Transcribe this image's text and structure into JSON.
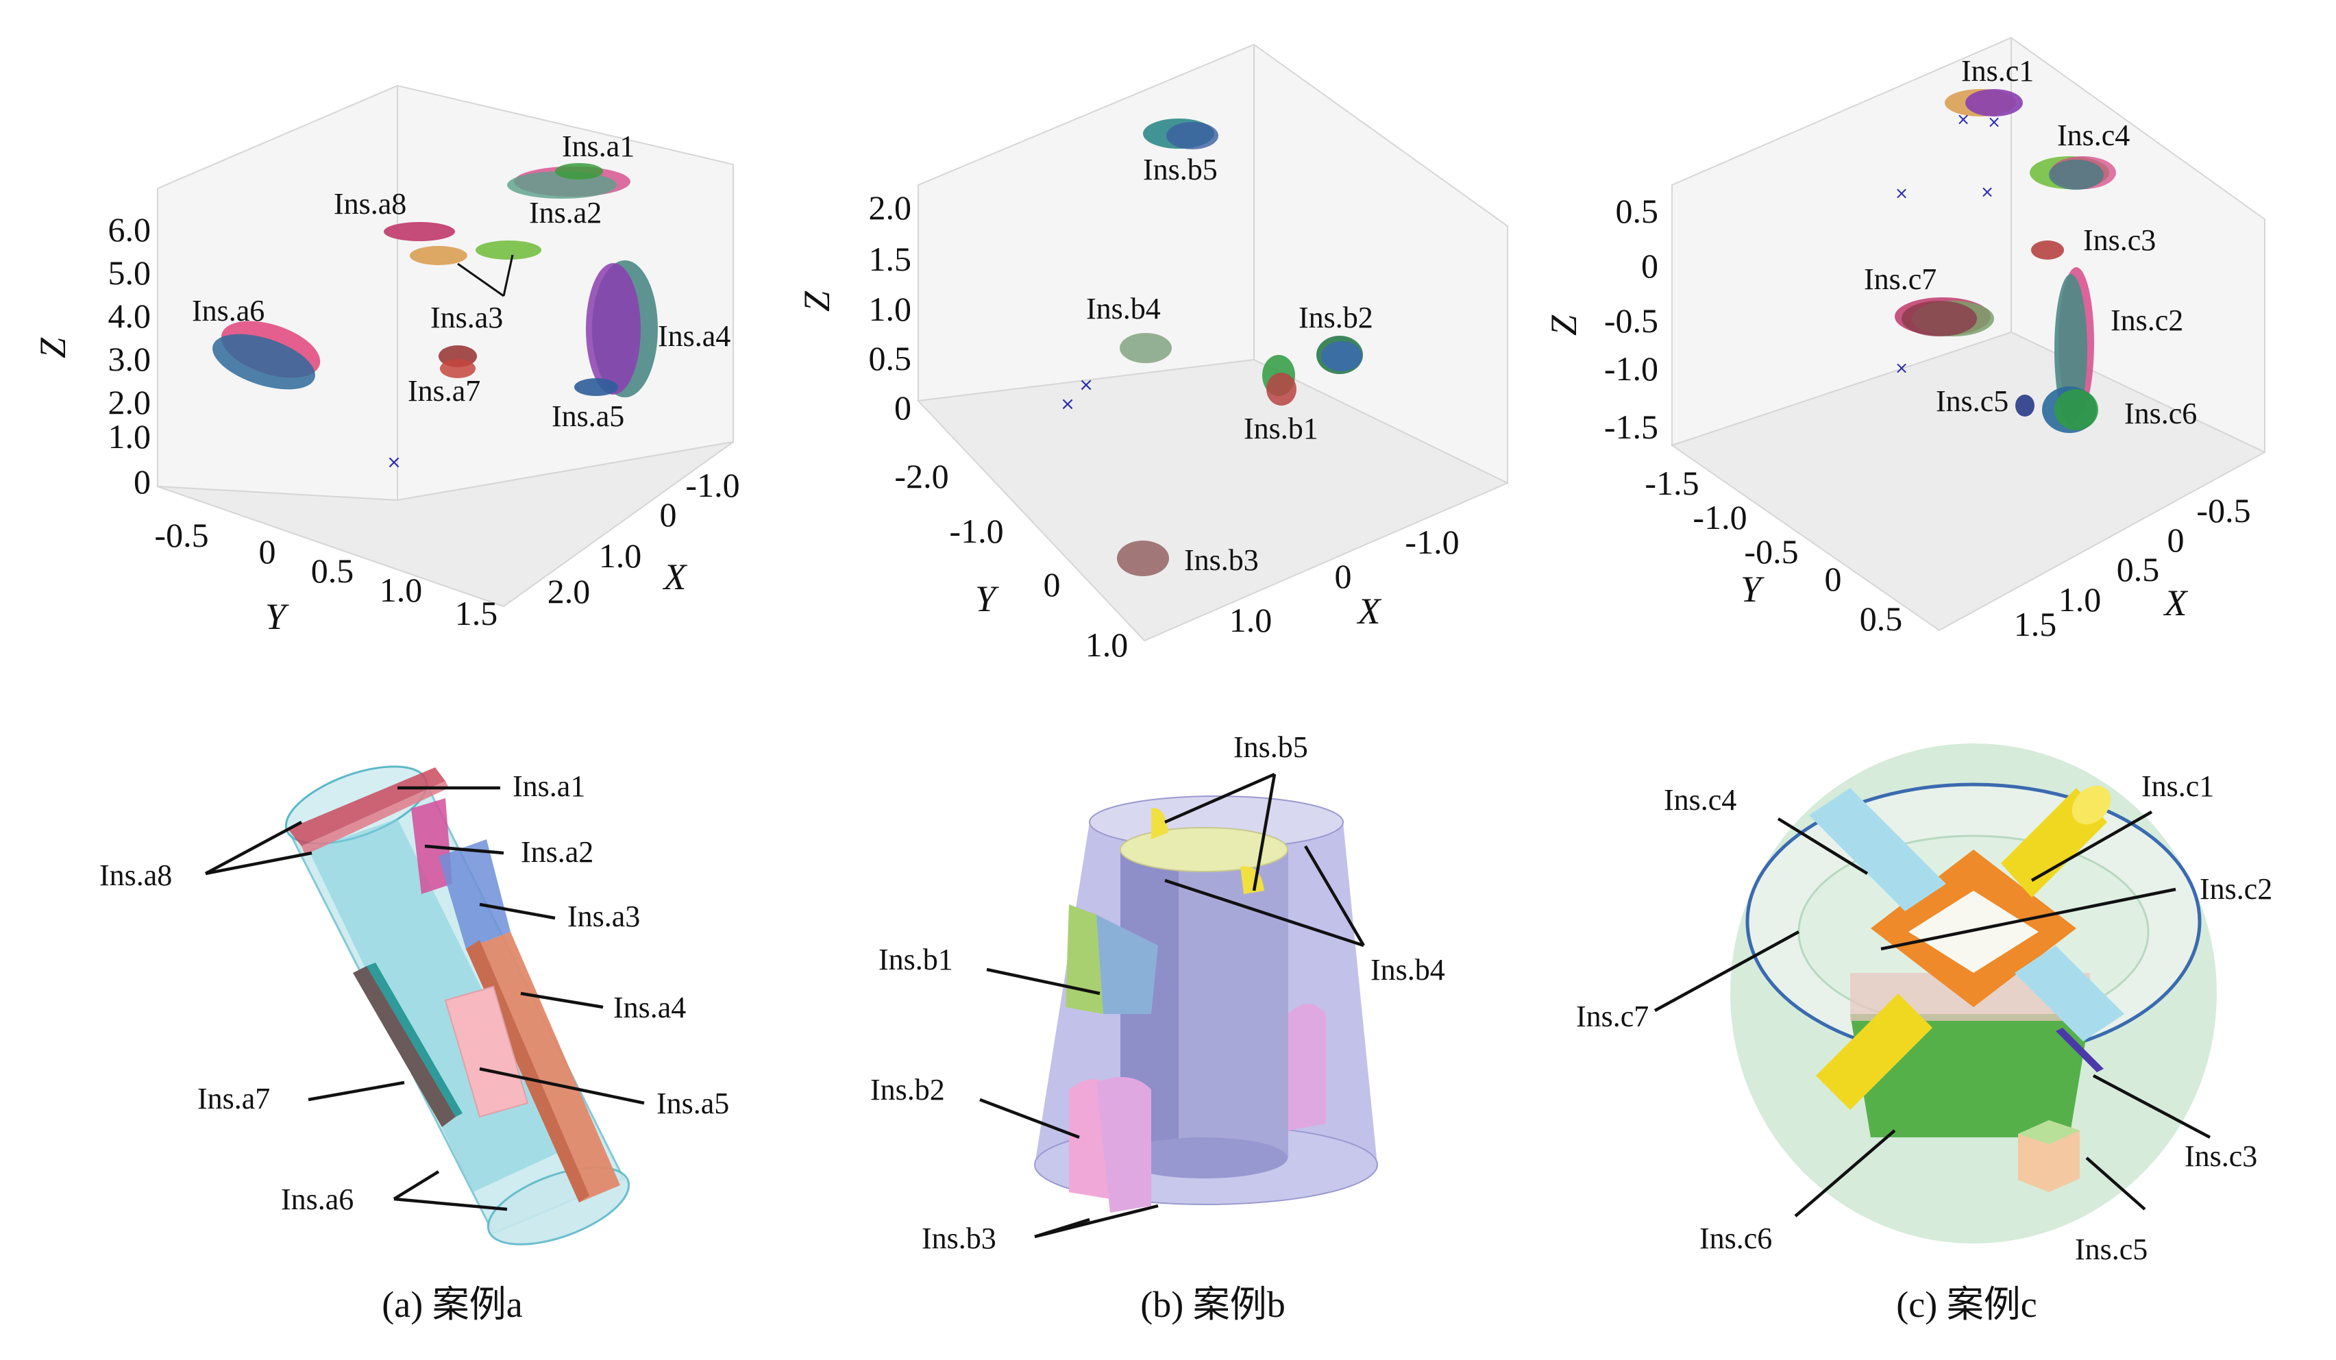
{
  "panel_a": {
    "caption": "(a) 案例a",
    "plot": {
      "axis_z": "Z",
      "axis_x": "X",
      "axis_y": "Y",
      "z_ticks": [
        "6.0",
        "5.0",
        "4.0",
        "3.0",
        "2.0",
        "1.0",
        "0"
      ],
      "y_ticks": [
        "-0.5",
        "0",
        "0.5",
        "1.0",
        "1.5"
      ],
      "x_ticks": [
        "-1.0",
        "0",
        "1.0",
        "2.0"
      ],
      "labels": [
        "Ins.a1",
        "Ins.a2",
        "Ins.a8",
        "Ins.a3",
        "Ins.a6",
        "Ins.a4",
        "Ins.a7",
        "Ins.a5"
      ]
    },
    "model": {
      "labels": [
        "Ins.a1",
        "Ins.a2",
        "Ins.a3",
        "Ins.a8",
        "Ins.a4",
        "Ins.a7",
        "Ins.a5",
        "Ins.a6"
      ]
    }
  },
  "panel_b": {
    "caption": "(b) 案例b",
    "plot": {
      "axis_z": "Z",
      "axis_x": "X",
      "axis_y": "Y",
      "z_ticks": [
        "2.0",
        "1.5",
        "1.0",
        "0.5",
        "0"
      ],
      "y_ticks": [
        "-2.0",
        "-1.0",
        "0",
        "1.0"
      ],
      "x_ticks": [
        "1.0",
        "0",
        "-1.0"
      ],
      "labels": [
        "Ins.b5",
        "Ins.b4",
        "Ins.b2",
        "Ins.b1",
        "Ins.b3"
      ]
    },
    "model": {
      "labels": [
        "Ins.b5",
        "Ins.b1",
        "Ins.b4",
        "Ins.b2",
        "Ins.b3"
      ]
    }
  },
  "panel_c": {
    "caption": "(c) 案例c",
    "plot": {
      "axis_z": "Z",
      "axis_x": "X",
      "axis_y": "Y",
      "z_ticks": [
        "0.5",
        "0",
        "-0.5",
        "-1.0",
        "-1.5"
      ],
      "y_ticks": [
        "-1.5",
        "-1.0",
        "-0.5",
        "0",
        "0.5"
      ],
      "x_ticks": [
        "-0.5",
        "0",
        "0.5",
        "1.0",
        "1.5"
      ],
      "labels": [
        "Ins.c1",
        "Ins.c4",
        "Ins.c3",
        "Ins.c7",
        "Ins.c2",
        "Ins.c5",
        "Ins.c6"
      ]
    },
    "model": {
      "labels": [
        "Ins.c4",
        "Ins.c1",
        "Ins.c2",
        "Ins.c7",
        "Ins.c3",
        "Ins.c6",
        "Ins.c5"
      ]
    }
  }
}
